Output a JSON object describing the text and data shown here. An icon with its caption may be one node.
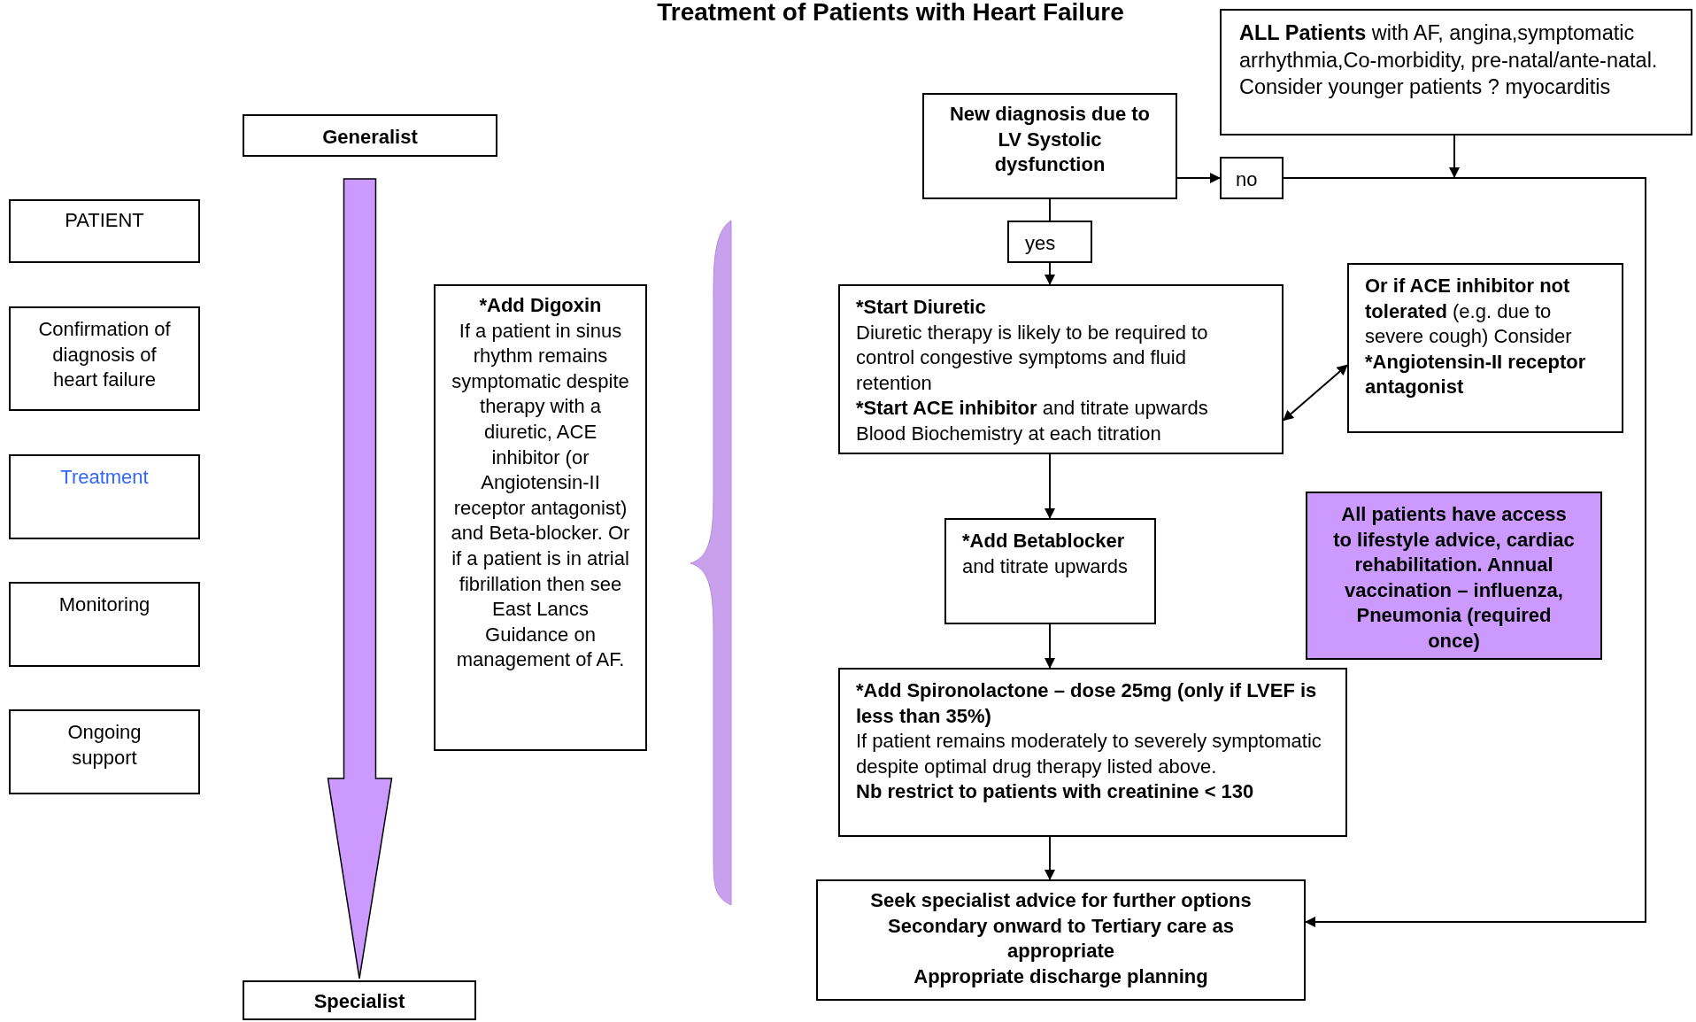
{
  "diagram": {
    "title": "Treatment of Patients with Heart Failure",
    "nodes": [
      {
        "text": [
          "**ALL Patients** with AF, angina,symptomatic arrhythmia,Co-morbidity, pre-natal/ante-natal.",
          "Consider younger patients ? myocarditis"
        ]
      },
      {
        "text": [
          "New diagnosis due to LV Systolic dysfunction"
        ]
      },
      {
        "text": [
          "no"
        ]
      },
      {
        "text": [
          "yes"
        ]
      },
      {
        "text": [
          "*Start Diuretic",
          "Diuretic therapy is likely to be required to control congestive symptoms and fluid retention",
          "***Start ACE inhibitor** and titrate upwards",
          "Blood Biochemistry at each titration"
        ]
      },
      {
        "text": [
          "**Or if ACE inhibitor not tolerated** (e.g. due to severe cough)  Consider",
          "*Angiotensin-II receptor antagonist"
        ]
      },
      {
        "text": [
          "***Add Betablocker** and titrate upwards"
        ]
      },
      {
        "text": [
          "All patients have access to lifestyle advice, cardiac rehabilitation. Annual vaccination – influenza, Pneumonia (required once)"
        ]
      },
      {
        "text": [
          "*Add Spironolactone – dose 25mg (only if LVEF is less than 35%)",
          "If patient remains moderately to severely symptomatic despite optimal drug therapy listed above.",
          "Nb restrict to patients with creatinine < 130"
        ]
      },
      {
        "text": [
          "Seek specialist advice for further options",
          "Secondary onward to Tertiary care as appropriate",
          "Appropriate discharge planning"
        ]
      },
      {
        "text": [
          "Generalist"
        ]
      },
      {
        "text": [
          "Specialist"
        ]
      },
      {
        "text": [
          "PATIENT"
        ]
      },
      {
        "text": [
          "Confirmation of diagnosis of heart failure"
        ]
      },
      {
        "text": [
          "Treatment"
        ]
      },
      {
        "text": [
          "Monitoring"
        ]
      },
      {
        "text": [
          "Ongoing support"
        ]
      },
      {
        "text": [
          "*Add Digoxin",
          "If a patient in sinus rhythm remains symptomatic despite therapy with a diuretic, ACE inhibitor (or Angiotensin-II receptor antagonist) and Beta-blocker.  Or if a patient is in atrial fibrillation then see East Lancs Guidance on management of AF."
        ]
      }
    ],
    "edges": [
      {
        "from": 1,
        "to": 2,
        "arrow": "to"
      },
      {
        "from": 2,
        "to": 9,
        "arrow": "to"
      },
      {
        "from": 0,
        "to": null,
        "arrow": "to"
      },
      {
        "from": 1,
        "to": 3,
        "arrow": "none"
      },
      {
        "from": 3,
        "to": 4,
        "arrow": "to"
      },
      {
        "from": 4,
        "to": 5,
        "arrow": "both"
      },
      {
        "from": 4,
        "to": 6,
        "arrow": "to"
      },
      {
        "from": 6,
        "to": 8,
        "arrow": "to"
      },
      {
        "from": 8,
        "to": 9,
        "arrow": "to"
      },
      {
        "from": 10,
        "to": 11,
        "arrow": "to",
        "style": "thick",
        "color": "#cc99ff"
      }
    ]
  }
}
